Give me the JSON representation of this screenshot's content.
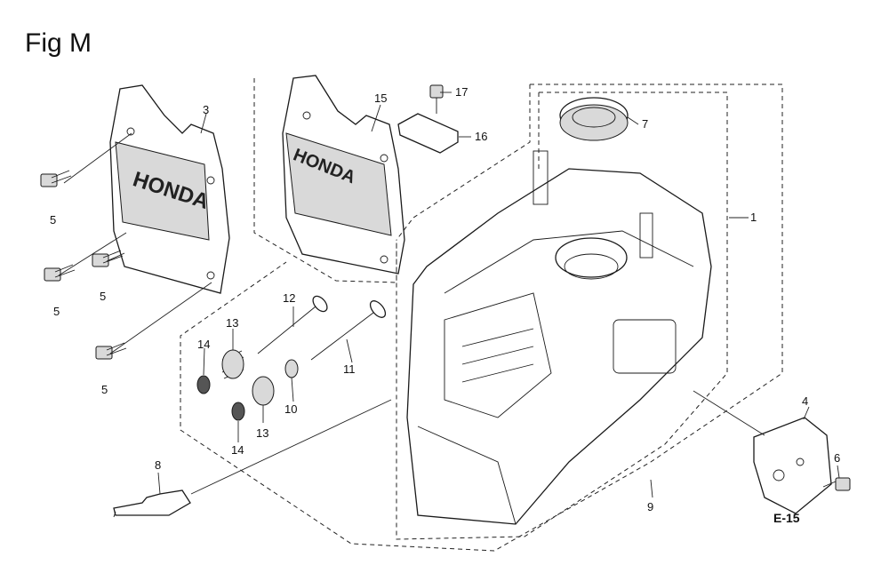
{
  "figure": {
    "title": "Fig M",
    "reference": "E-15"
  },
  "callouts": {
    "c1": "1",
    "c3": "3",
    "c4": "4",
    "c5a": "5",
    "c5b": "5",
    "c5c": "5",
    "c5d": "5",
    "c6": "6",
    "c7": "7",
    "c8": "8",
    "c9": "9",
    "c10": "10",
    "c11": "11",
    "c12": "12",
    "c13a": "13",
    "c13b": "13",
    "c14a": "14",
    "c14b": "14",
    "c15": "15",
    "c16": "16",
    "c17": "17"
  },
  "cover_texts": {
    "brand_3": "HONDA",
    "brand_15": "HONDA"
  }
}
